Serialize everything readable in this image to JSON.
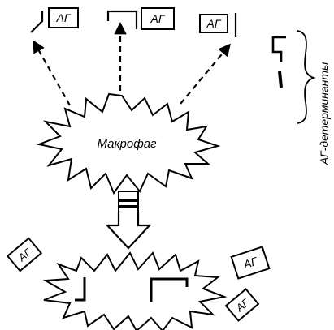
{
  "diagram": {
    "macrophage_label": "Макрофаг",
    "antigen_label": "АГ",
    "determinants_label": "АГ-детерминанты"
  }
}
